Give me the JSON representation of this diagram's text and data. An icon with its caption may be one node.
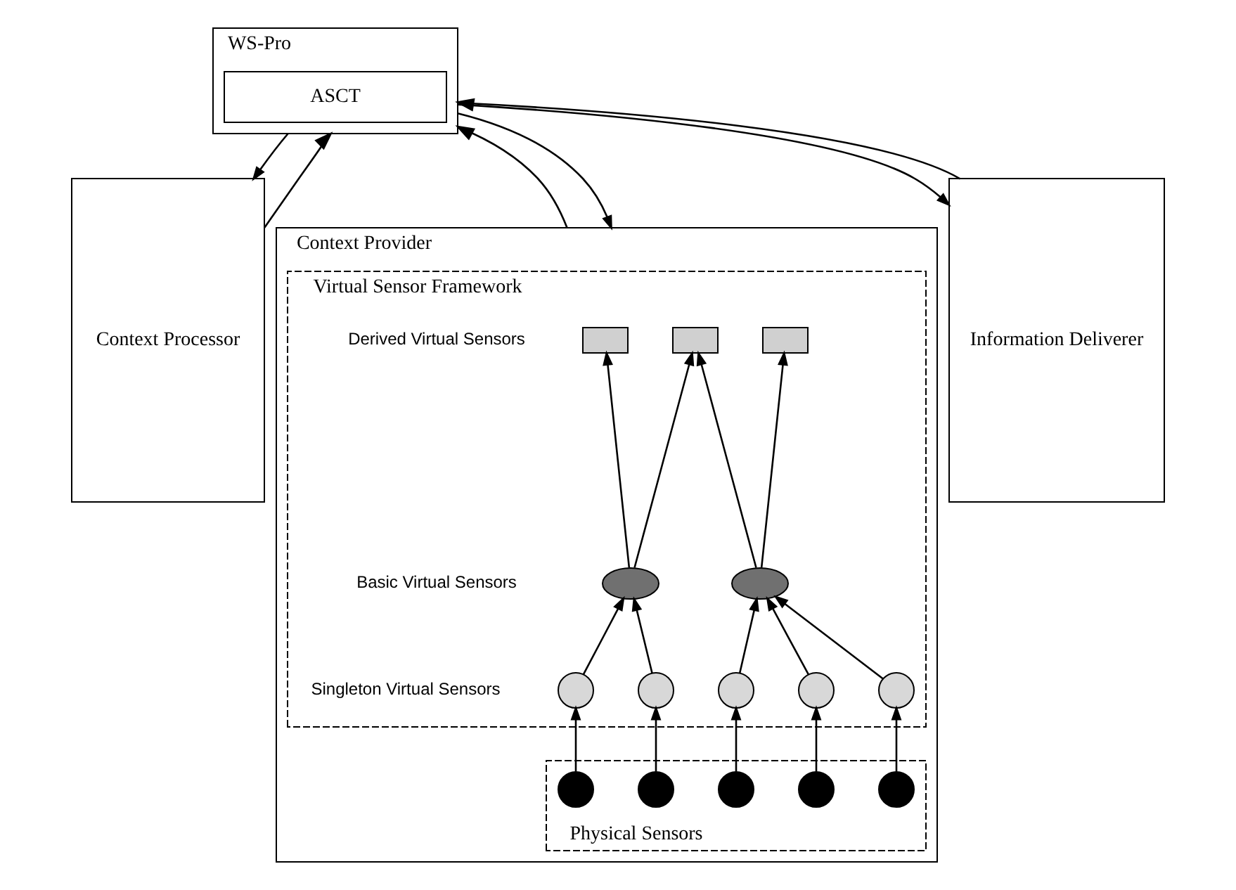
{
  "diagram": {
    "nodes": [
      {
        "text": [
          "WS-Pro"
        ]
      },
      {
        "text": [
          "ASCT"
        ],
        "in": 0
      },
      {
        "text": [
          "Context Processor"
        ]
      },
      {
        "text": [
          "Context Provider"
        ]
      },
      {
        "text": [
          "Virtual Sensor Framework"
        ],
        "in": 3
      },
      {
        "text": [
          "Physical Sensors"
        ],
        "in": 3
      },
      {
        "text": [
          "Information Deliverer"
        ]
      },
      {
        "text": [],
        "shape": "box",
        "in": 4
      },
      {
        "text": [],
        "shape": "box",
        "in": 4
      },
      {
        "text": [],
        "shape": "box",
        "in": 4
      },
      {
        "text": [],
        "shape": "ellipse",
        "in": 4
      },
      {
        "text": [],
        "shape": "ellipse",
        "in": 4
      },
      {
        "text": [],
        "shape": "circle",
        "in": 4
      },
      {
        "text": [],
        "shape": "circle",
        "in": 4
      },
      {
        "text": [],
        "shape": "circle",
        "in": 4
      },
      {
        "text": [],
        "shape": "circle",
        "in": 4
      },
      {
        "text": [],
        "shape": "circle",
        "in": 4
      },
      {
        "text": [],
        "shape": "circle",
        "in": 5
      },
      {
        "text": [],
        "shape": "circle",
        "in": 5
      },
      {
        "text": [],
        "shape": "circle",
        "in": 5
      },
      {
        "text": [],
        "shape": "circle",
        "in": 5
      },
      {
        "text": [],
        "shape": "circle",
        "in": 5
      }
    ],
    "edges": [
      {
        "from": 0,
        "to": 2,
        "arrow": "to"
      },
      {
        "from": 2,
        "to": 0,
        "arrow": "to"
      },
      {
        "from": 0,
        "to": 3,
        "arrow": "to"
      },
      {
        "from": 3,
        "to": 0,
        "arrow": "to"
      },
      {
        "from": 0,
        "to": 6,
        "arrow": "to"
      },
      {
        "from": 6,
        "to": 0,
        "arrow": "to"
      },
      {
        "from": 10,
        "to": 7,
        "arrow": "to"
      },
      {
        "from": 10,
        "to": 8,
        "arrow": "to"
      },
      {
        "from": 11,
        "to": 8,
        "arrow": "to"
      },
      {
        "from": 11,
        "to": 9,
        "arrow": "to"
      },
      {
        "from": 12,
        "to": 10,
        "arrow": "to"
      },
      {
        "from": 13,
        "to": 10,
        "arrow": "to"
      },
      {
        "from": 14,
        "to": 11,
        "arrow": "to"
      },
      {
        "from": 15,
        "to": 11,
        "arrow": "to"
      },
      {
        "from": 16,
        "to": 11,
        "arrow": "to"
      },
      {
        "from": 17,
        "to": 12,
        "arrow": "to"
      },
      {
        "from": 18,
        "to": 13,
        "arrow": "to"
      },
      {
        "from": 19,
        "to": 14,
        "arrow": "to"
      },
      {
        "from": 20,
        "to": 15,
        "arrow": "to"
      },
      {
        "from": 21,
        "to": 16,
        "arrow": "to"
      }
    ],
    "labels": [
      "Derived Virtual Sensors",
      "Basic Virtual Sensors",
      "Singleton Virtual Sensors"
    ]
  }
}
